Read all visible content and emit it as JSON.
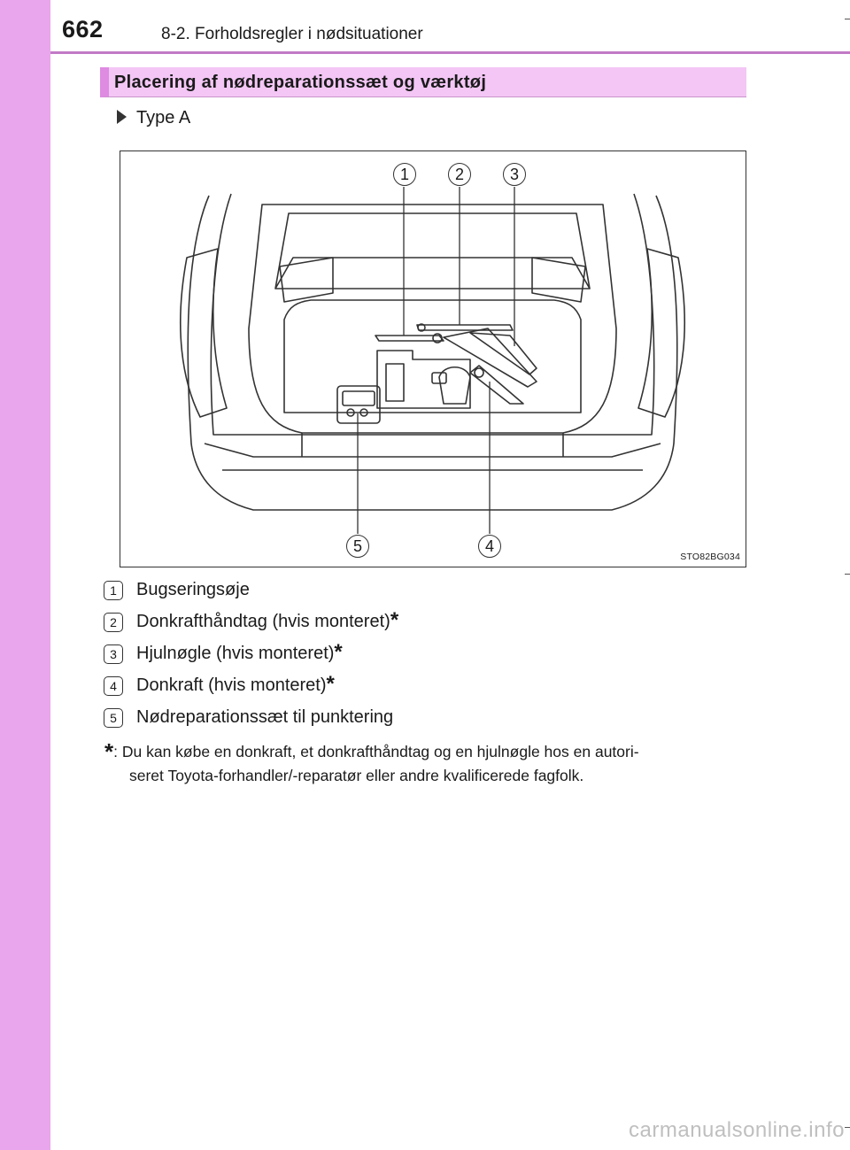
{
  "header": {
    "page_number": "662",
    "chapter": "8-2. Forholdsregler i nødsituationer"
  },
  "section": {
    "heading": "Placering af nødreparationssæt og værktøj"
  },
  "subsection": {
    "label": "Type A"
  },
  "figure": {
    "code": "STO82BG034",
    "callouts": [
      "1",
      "2",
      "3",
      "4",
      "5"
    ]
  },
  "legend": [
    {
      "num": "1",
      "text": "Bugseringsøje",
      "mark": ""
    },
    {
      "num": "2",
      "text": "Donkrafthåndtag (hvis monteret)",
      "mark": "*"
    },
    {
      "num": "3",
      "text": "Hjulnøgle (hvis monteret)",
      "mark": "*"
    },
    {
      "num": "4",
      "text": "Donkraft (hvis monteret)",
      "mark": "*"
    },
    {
      "num": "5",
      "text": "Nødreparationssæt til punktering",
      "mark": ""
    }
  ],
  "footnote": {
    "mark": "*",
    "line1": ": Du kan købe en donkraft, et donkrafthåndtag og en hjulnøgle hos en autori-",
    "line2": "seret Toyota-forhandler/-reparatør eller andre kvalificerede fagfolk."
  },
  "watermark": "carmanualsonline.info",
  "colors": {
    "sidebar": "#e9a6ec",
    "heading_bg": "#f3c6f5",
    "heading_accent": "#de8be2"
  }
}
